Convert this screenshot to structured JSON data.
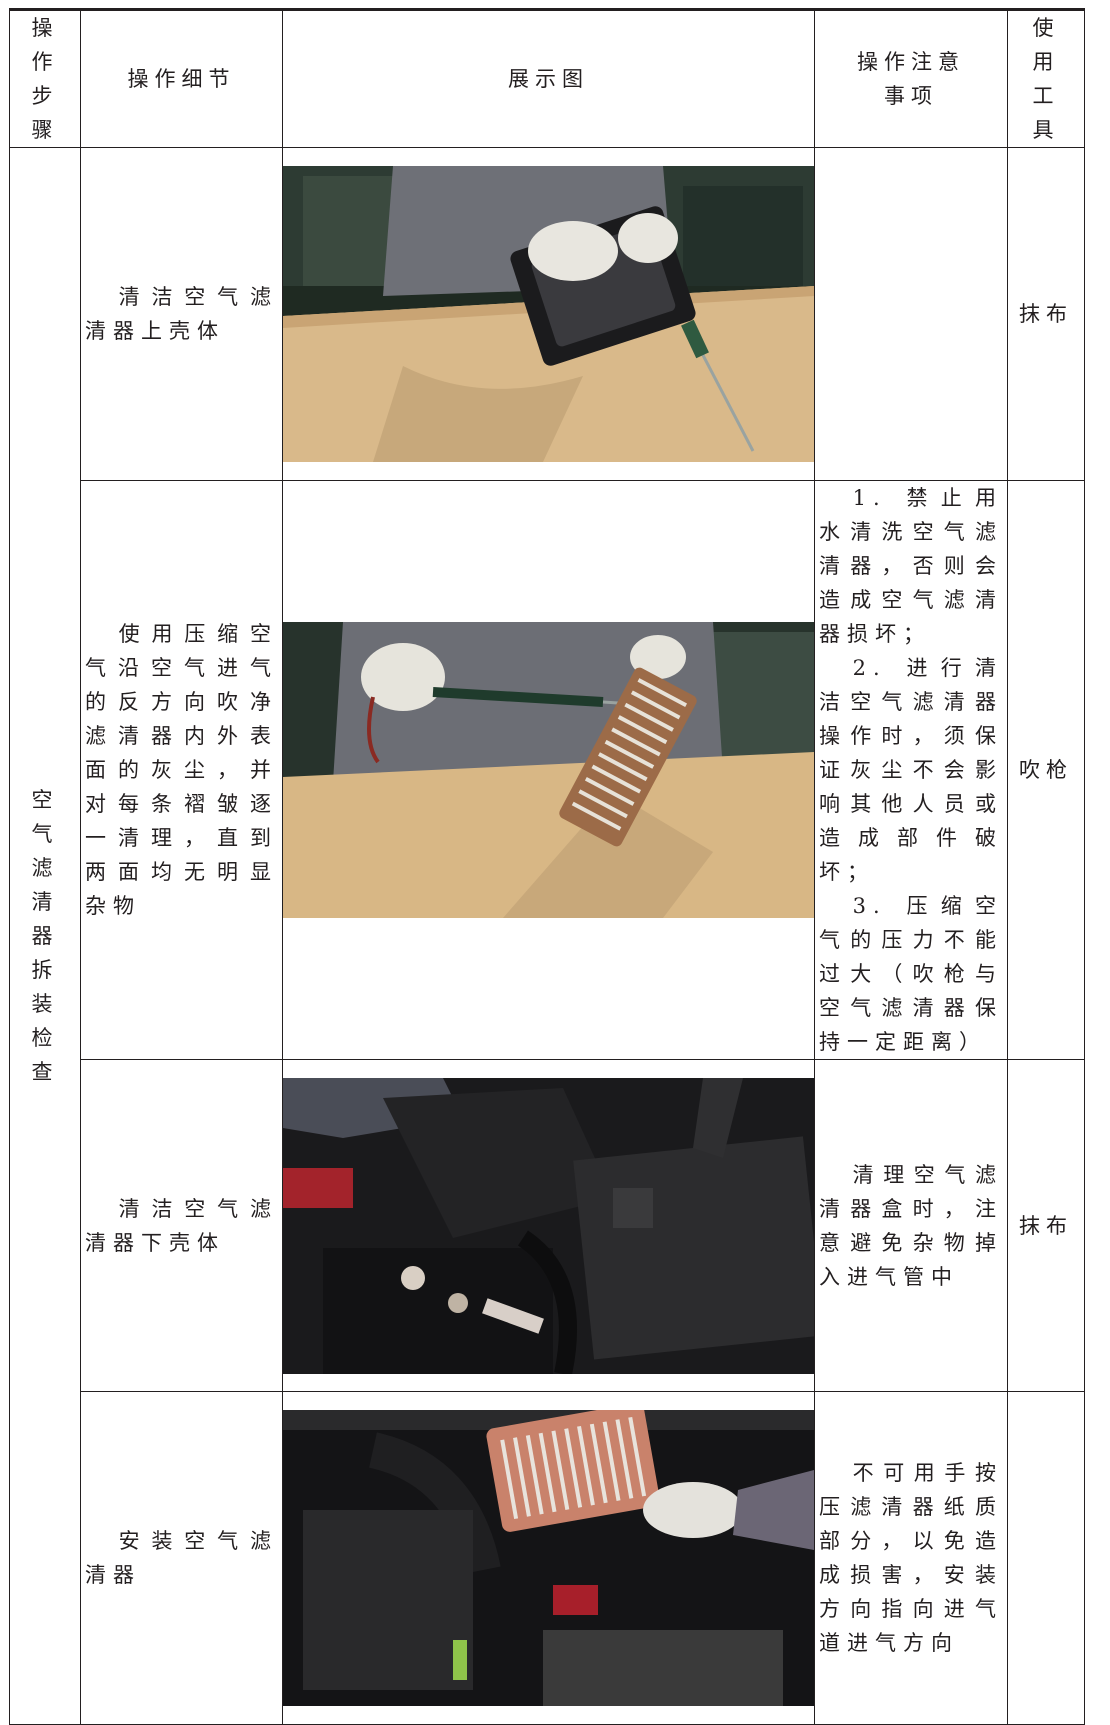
{
  "headers": {
    "step": "操作步骤",
    "detail": "操作细节",
    "image": "展示图",
    "notes": "操作注意事项",
    "tools": "使用工具"
  },
  "step_name": "空气滤清器拆装检查",
  "rows": [
    {
      "detail": "清洁空气滤清器上壳体",
      "notes": [],
      "tool": "抹布",
      "image": "photo-clean-upper-housing"
    },
    {
      "detail": "使用压缩空气沿空气进气的反方向吹净滤清器内外表面的灰尘，并对每条褶皱逐一清理，直到两面均无明显杂物",
      "notes": [
        "1. 禁止用水清洗空气滤清器，否则会造成空气滤清器损坏；",
        "2. 进行清洁空气滤清器操作时，须保证灰尘不会影响其他人员或造成部件破坏；",
        "3. 压缩空气的压力不能过大（吹枪与空气滤清器保持一定距离）"
      ],
      "tool": "吹枪",
      "image": "photo-blow-filter"
    },
    {
      "detail": "清洁空气滤清器下壳体",
      "notes": [
        "清理空气滤清器盒时，注意避免杂物掉入进气管中"
      ],
      "tool": "抹布",
      "image": "photo-clean-lower-housing"
    },
    {
      "detail": "安装空气滤清器",
      "notes": [
        "不可用手按压滤清器纸质部分，以免造成损害，安装方向指向进气道进气方向"
      ],
      "tool": "",
      "image": "photo-install-filter"
    }
  ]
}
